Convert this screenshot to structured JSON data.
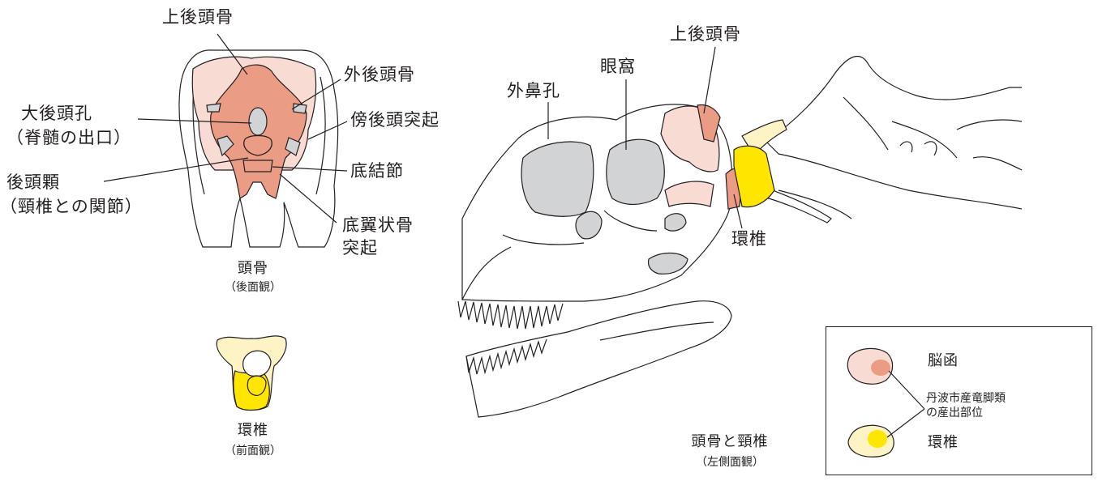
{
  "labels": {
    "supraoccipital_top": "上後頭骨",
    "exoccipital": "外後頭骨",
    "foramen_magnum": "大後頭孔",
    "foramen_magnum_note": "（脊髄の出口）",
    "paroccipital": "傍後頭突起",
    "basal_tubera": "底結節",
    "occipital_condyle": "後頭顆",
    "occipital_condyle_note": "（頸椎との関節）",
    "basipterygoid_1": "底翼状骨",
    "basipterygoid_2": "突起",
    "nares": "外鼻孔",
    "orbit": "眼窩",
    "supraoccipital_side": "上後頭骨",
    "atlas_side": "環椎"
  },
  "captions": {
    "posterior_title": "頭骨",
    "posterior_sub": "（後面観）",
    "atlas_title": "環椎",
    "atlas_sub": "（前面観）",
    "lateral_title": "頭骨と頸椎",
    "lateral_sub": "（左側面観）"
  },
  "legend": {
    "braincase": "脳函",
    "atlas": "環椎",
    "note_line1": "丹波市産竜脚類",
    "note_line2": "の産出部位"
  },
  "colors": {
    "bone_outline": "#231f20",
    "braincase_light": "#f8dcd4",
    "braincase_dark": "#eb9c84",
    "atlas_yellow": "#ffe600",
    "atlas_light": "#fdf3c4",
    "foramen_gray": "#d1d3d4"
  }
}
